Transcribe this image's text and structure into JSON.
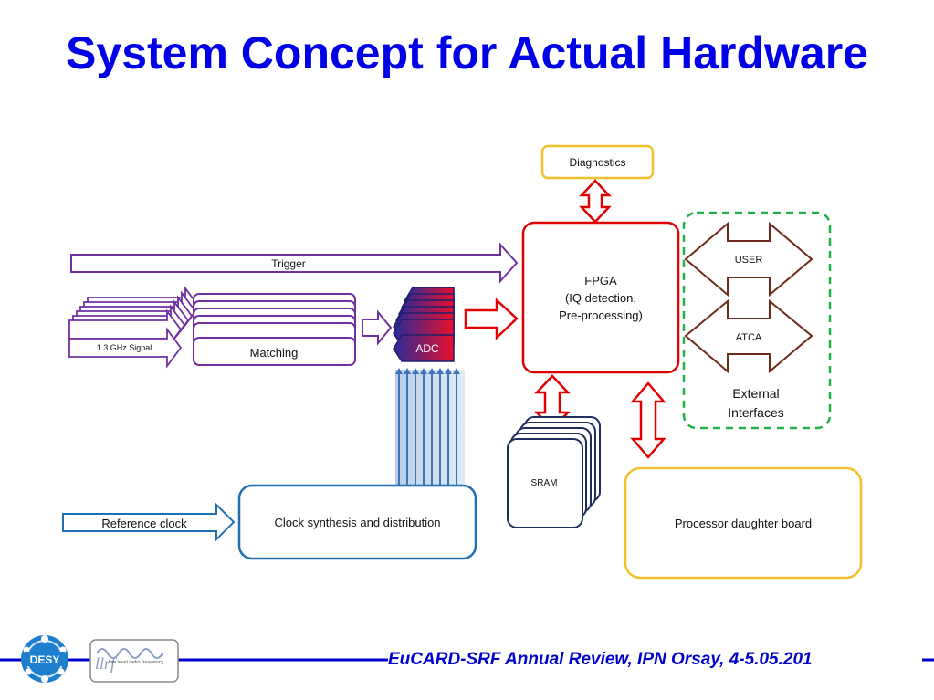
{
  "title": "System Concept for Actual Hardware",
  "blocks": {
    "diagnostics": "Diagnostics",
    "fpga": [
      "FPGA",
      "(IQ detection,",
      "Pre-processing)"
    ],
    "user": "USER",
    "atca": "ATCA",
    "external_interfaces": [
      "External",
      "Interfaces"
    ],
    "trigger": "Trigger",
    "signal": "1.3 GHz Signal",
    "matching": "Matching",
    "adc": "ADC",
    "sram": "SRAM",
    "reference_clock": "Reference clock",
    "clock_synthesis": "Clock synthesis and distribution",
    "processor_daughter_board": "Processor daughter board"
  },
  "footer": {
    "logo_desy": "DESY",
    "logo_llrf_text": "low level radio frequency",
    "text": "EuCARD-SRF Annual Review, IPN Orsay, 4-5.05.201"
  },
  "colors": {
    "title": "#0000e6",
    "purple": "#7030a0",
    "red": "#e00000",
    "brown": "#6e2a1a",
    "green": "#22b04b",
    "yellow": "#f2c12e",
    "blue": "#1f6fb5",
    "navy": "#1f2d5a"
  }
}
